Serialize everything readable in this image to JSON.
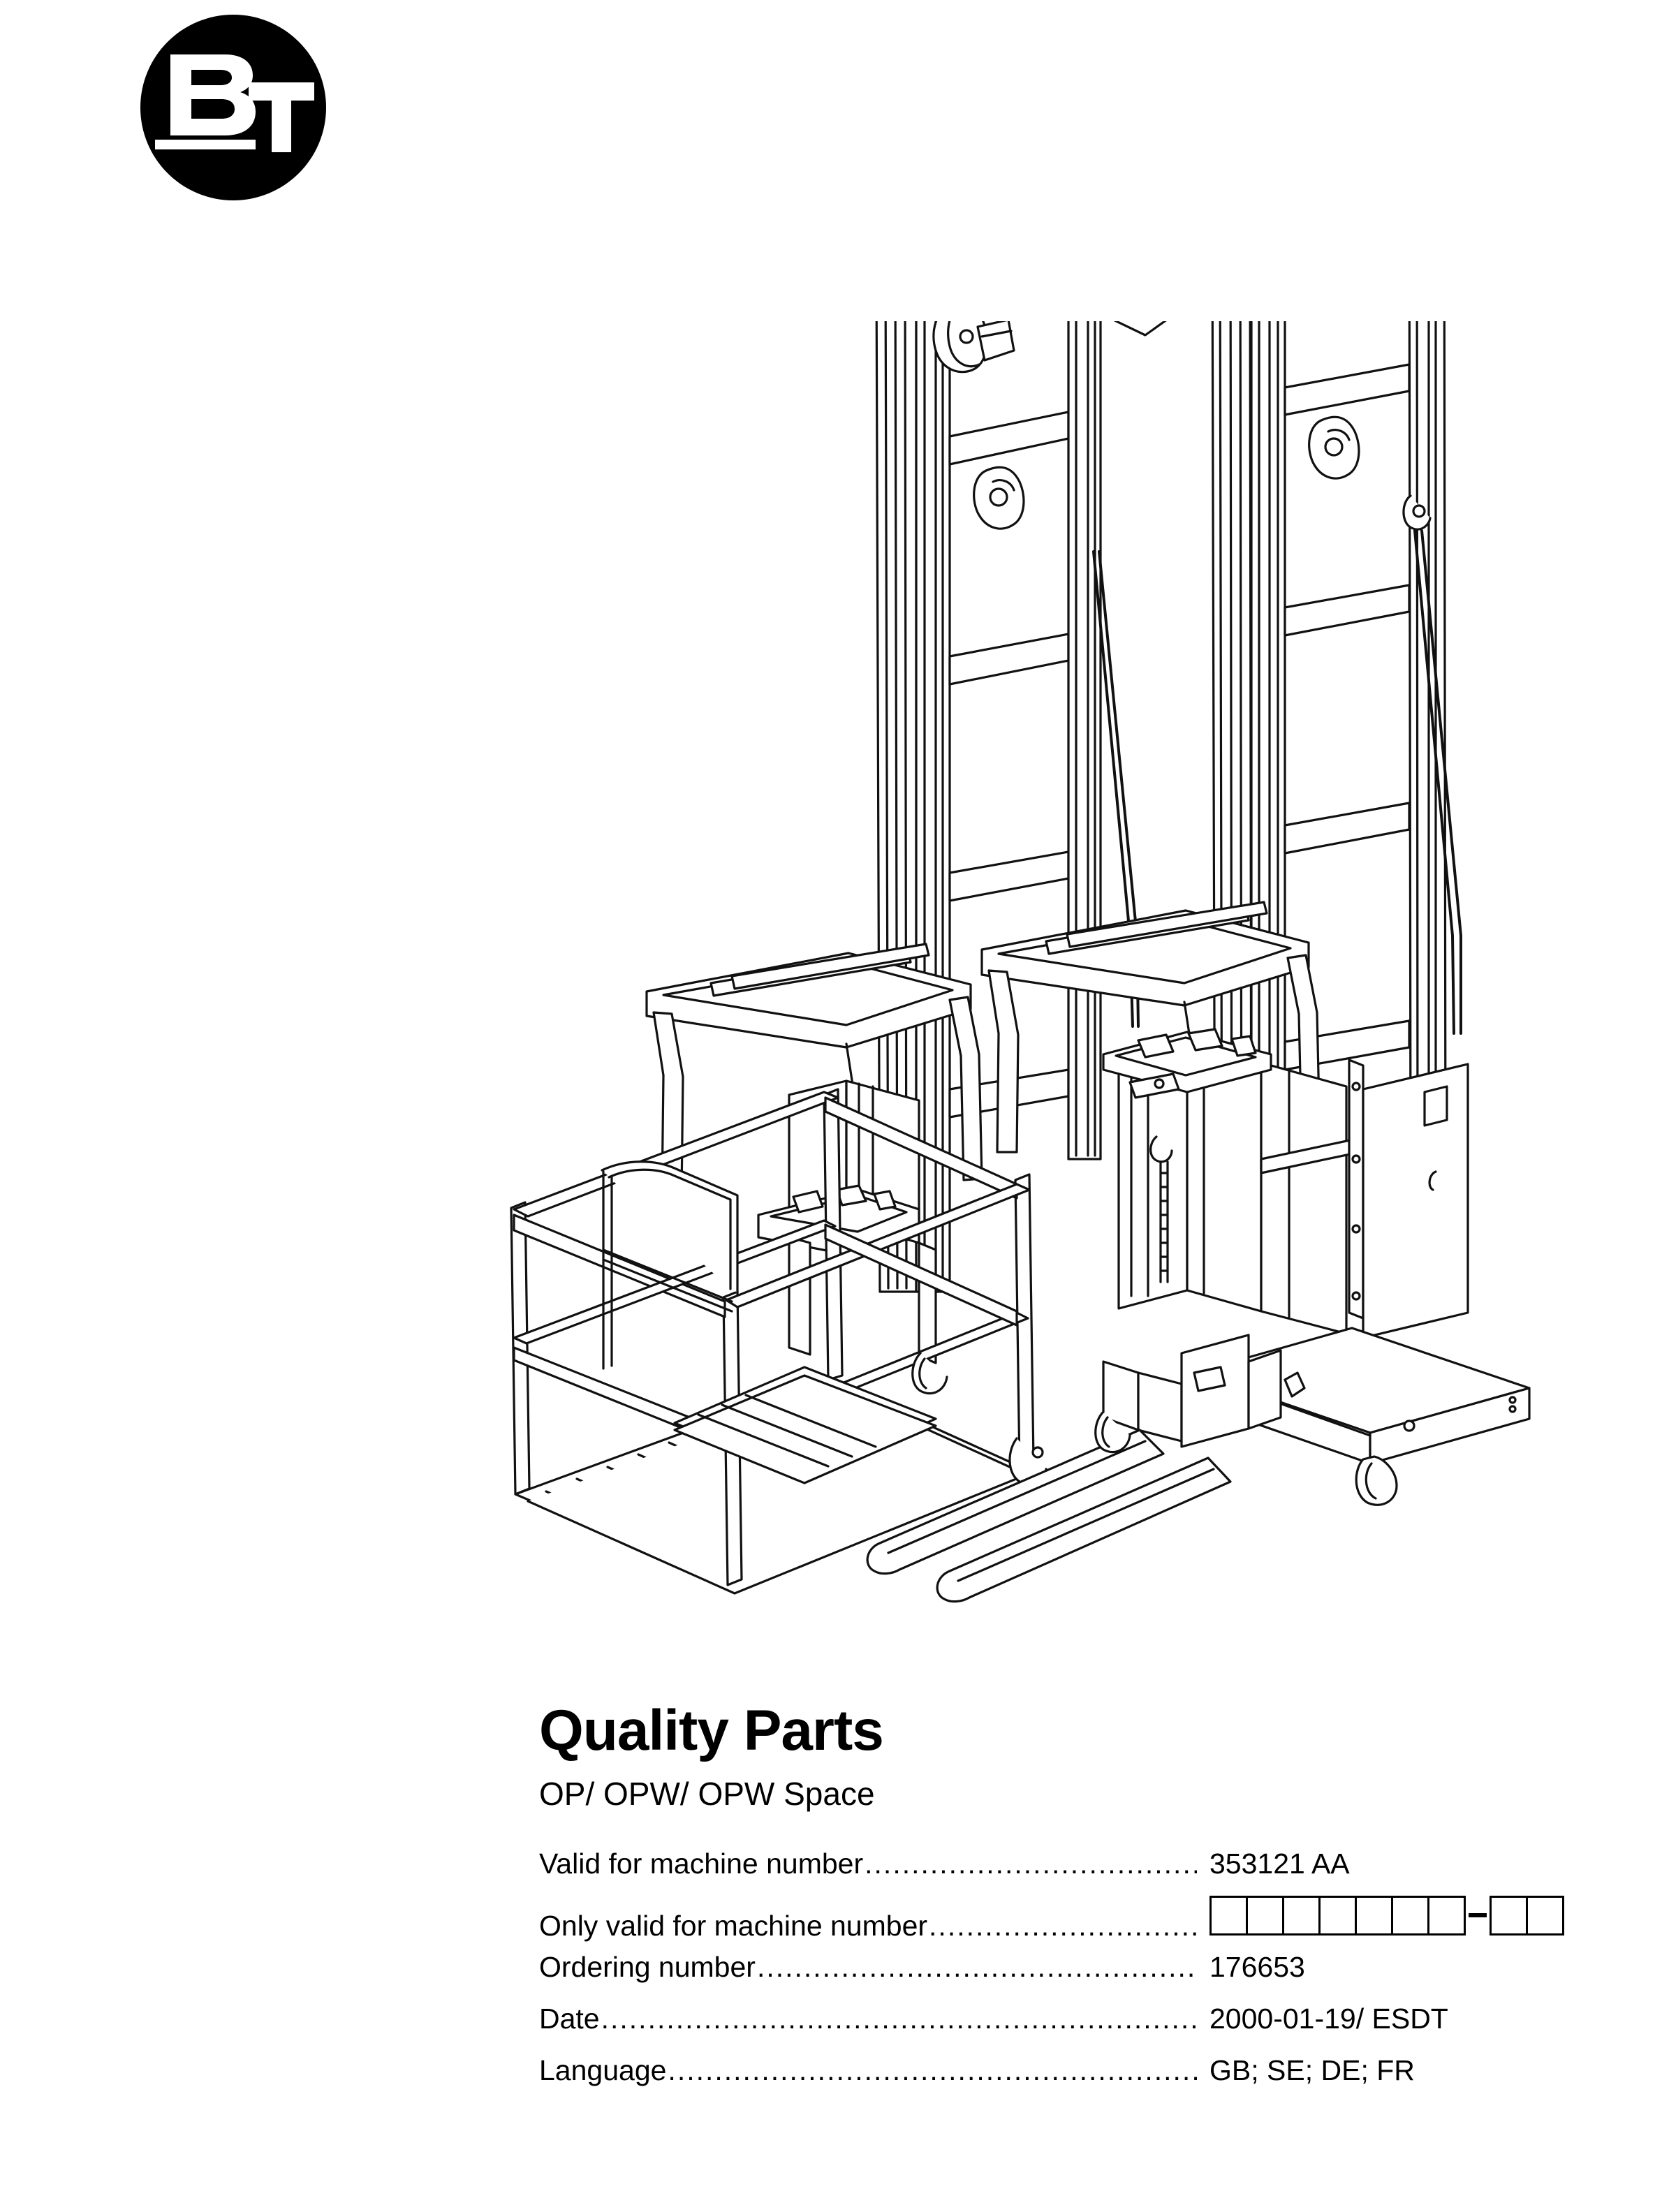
{
  "page": {
    "background_color": "#ffffff",
    "ink_color": "#000000"
  },
  "brand": {
    "logo_icon": "bt-circle-logo",
    "logo_text": "BT",
    "logo_shape": "circle",
    "logo_background": "#000000",
    "logo_foreground": "#ffffff"
  },
  "illustration": {
    "icon": "order-picker-truck-line-drawing",
    "description": "Technical line drawing of two BT order picker trucks with tall telescopic masts, pulleys, overhead guards, operator cage with slatted floor and tubular railings, battery compartment, forks and chassis wheels"
  },
  "document": {
    "title": "Quality Parts",
    "subtitle": "OP/ OPW/ OPW Space"
  },
  "meta": {
    "rows": [
      {
        "label": "Valid for machine number",
        "value": "353121 AA",
        "type": "text"
      },
      {
        "label": "Only valid for machine number",
        "value": "",
        "type": "boxes"
      },
      {
        "label": "Ordering number ",
        "value": "176653",
        "type": "text"
      },
      {
        "label": "Date",
        "value": "2000-01-19/ ESDT",
        "type": "text"
      },
      {
        "label": "Language",
        "value": "GB; SE; DE; FR",
        "type": "text"
      }
    ],
    "box_grid": {
      "group_one_count": 7,
      "group_two_count": 2,
      "separator": "-"
    }
  }
}
